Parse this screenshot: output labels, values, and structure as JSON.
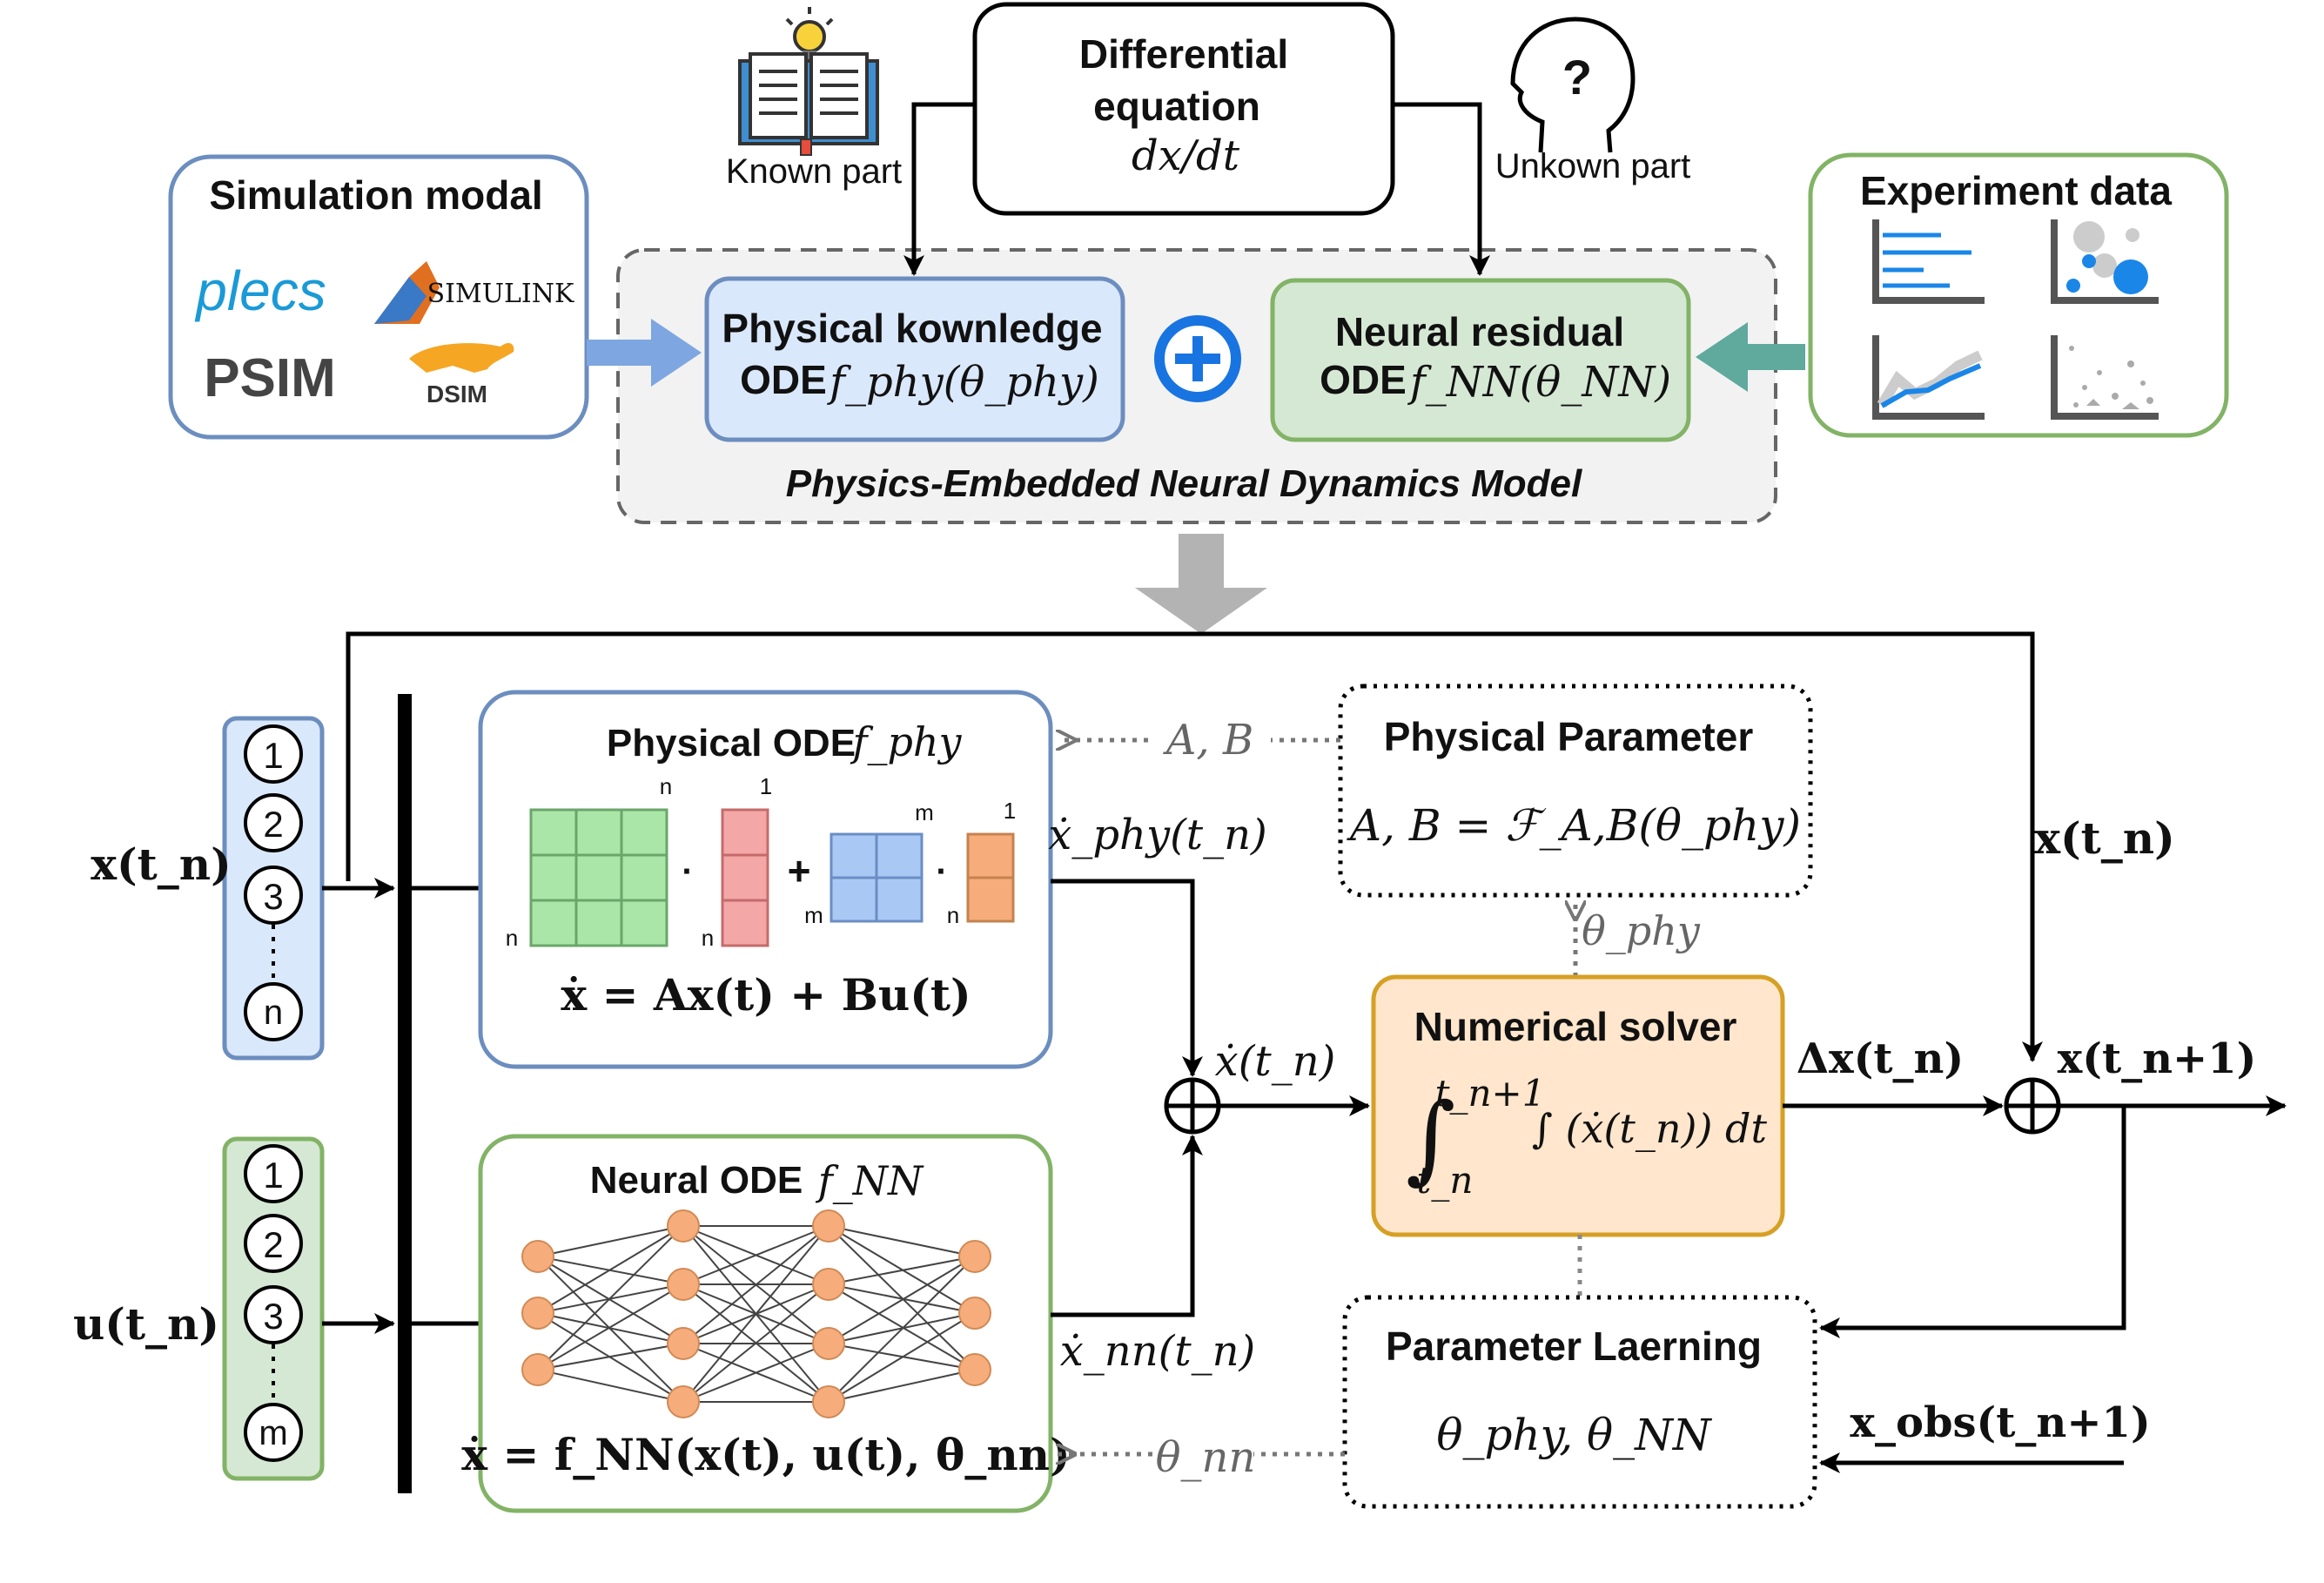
{
  "top": {
    "diffeq_line1": "Differential",
    "diffeq_line2": "equation",
    "diffeq_math": "dx/dt",
    "known_part": "Known part",
    "unknown_part": "Unkown part",
    "simulation_title": "Simulation modal",
    "logos": [
      "plecs",
      "SIMULINK",
      "PSIM",
      "DSIM"
    ],
    "experiment_title": "Experiment data",
    "physical_line1": "Physical kownledge",
    "physical_line2_prefix": "ODE",
    "physical_math": "f_phy(θ_phy)",
    "neural_line1": "Neural residual",
    "neural_line2_prefix": "ODE",
    "neural_math": "f_NN(θ_NN)",
    "model_caption": "Physics-Embedded Neural Dynamics Model"
  },
  "inputs": {
    "x_label": "x(t_n)",
    "u_label": "u(t_n)",
    "x_nodes": [
      "1",
      "2",
      "3",
      "n"
    ],
    "u_nodes": [
      "1",
      "2",
      "3",
      "m"
    ]
  },
  "phys_ode": {
    "title": "Physical  ODE",
    "title_math": "f_phy",
    "dim_n_top": "n",
    "dim_n_left": "n",
    "dim_1_top": "1",
    "dim_n_bottom": "n",
    "dim_m_top": "m",
    "dim_m_left": "m",
    "dim_1_top_b": "1",
    "dim_n_bottom_b": "n",
    "equation": "ẋ = Ax(t) + Bu(t)"
  },
  "neural_ode": {
    "title": "Neural ODE",
    "title_math": "f_NN",
    "equation": "ẋ = f_NN(x(t), u(t), θ_nn)"
  },
  "phys_param": {
    "title": "Physical  Parameter",
    "equation": "A, B = ℱ_A,B(θ_phy)"
  },
  "solver": {
    "title": "Numerical solver",
    "equation": "∫ (ẋ(t_n)) dt",
    "upper": "t_n+1",
    "lower": "t_n"
  },
  "param_learning": {
    "title": "Parameter Laerning",
    "equation": "θ_phy, θ_NN"
  },
  "signals": {
    "ab": "A, B",
    "theta_phy": "θ_phy",
    "theta_nn": "θ_nn",
    "xdot_phy": "ẋ_phy(t_n)",
    "xdot_nn": "ẋ_nn(t_n)",
    "xdot": "ẋ(t_n)",
    "delta_x": "Δx(t_n)",
    "x_tn": "x(t_n)",
    "x_tn1": "x(t_n+1)",
    "x_obs": "x_obs(t_n+1)"
  },
  "colors": {
    "blue_fill": "#dae8fc",
    "blue_stroke": "#6c8ebf",
    "green_fill": "#d5e8d4",
    "green_stroke": "#82b366",
    "orange_fill": "#ffe6cc",
    "orange_stroke": "#d6a024",
    "grey_fill": "#f2f2f2",
    "node_orange": "#f6ad7b",
    "accent_blue": "#1874e0"
  }
}
